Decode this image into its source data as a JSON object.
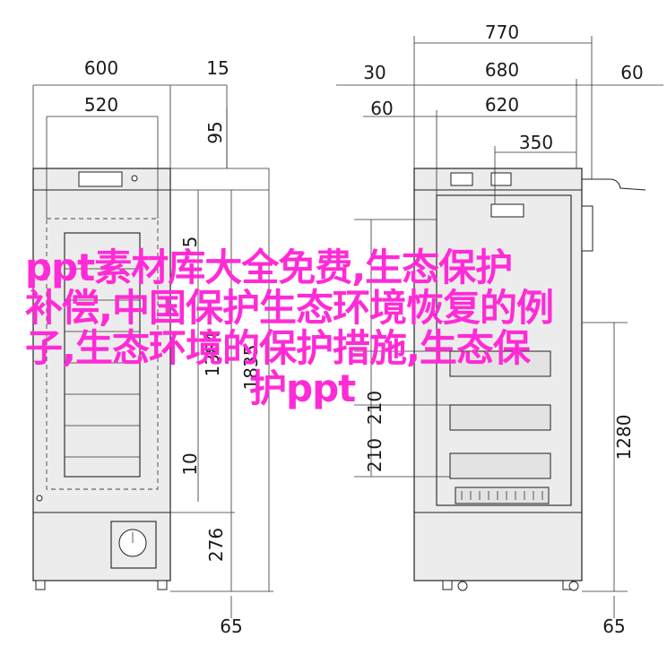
{
  "dimensions": {
    "left_top_600": "600",
    "left_top_15": "15",
    "left_520": "520",
    "left_95": "95",
    "left_5": "5",
    "left_1384": "1384",
    "left_1835": "1835",
    "left_10": "10",
    "left_276": "276",
    "left_bottom_65": "65",
    "right_770": "770",
    "right_30": "30",
    "right_680": "680",
    "right_60_top": "60",
    "right_60_left": "60",
    "right_620": "620",
    "right_350": "350",
    "right_210_a": "210",
    "right_210_b": "210",
    "right_1280": "1280",
    "right_bottom_65": "65"
  },
  "overlay": {
    "line1": "ppt素材库大全免费,生态保护",
    "line2": "补偿,中国保护生态环境恢复的例",
    "line3": "子,生态环境的保护措施,生态保",
    "line4": "护ppt"
  },
  "colors": {
    "overlay_text": "#ff2bd6",
    "line": "#222222",
    "body_fill": "#ececec"
  }
}
